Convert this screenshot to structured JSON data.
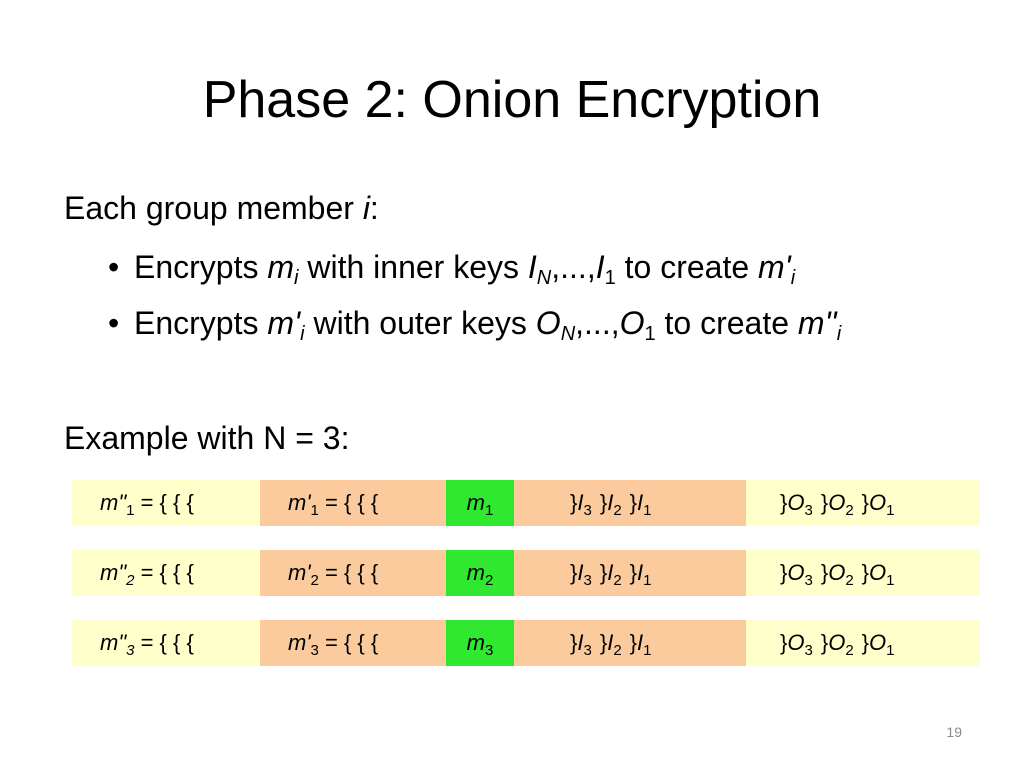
{
  "slide": {
    "title": "Phase 2: Onion Encryption",
    "intro": {
      "text": "Each group member ",
      "var": "i",
      "suffix": ":"
    },
    "bullets": [
      {
        "t1": "Encrypts ",
        "v1": "m",
        "s1": "i",
        "t2": " with inner keys ",
        "v2": "I",
        "s2": "N",
        "t3": ",...,",
        "v3": "I",
        "s3": "1",
        "t4": " to create ",
        "v4": "m'",
        "s4": "i"
      },
      {
        "t1": "Encrypts ",
        "v1": "m'",
        "s1": "i",
        "t2": " with outer keys ",
        "v2": "O",
        "s2": "N",
        "t3": ",...,",
        "v3": "O",
        "s3": "1",
        "t4": " to create ",
        "v4": "m''",
        "s4": "i"
      }
    ],
    "example_label": "Example with N = 3:",
    "page_number": "19",
    "colors": {
      "outer": "#ffffcc",
      "inner": "#fbcb9d",
      "message": "#2fe82f"
    }
  },
  "rows": [
    {
      "outer_var": "m\"",
      "outer_sub": "1",
      "outer_eq": " = {  {  {",
      "inner_var": "m'",
      "inner_sub": "1",
      "inner_eq": " = {  {  {",
      "msg_var": "m",
      "msg_sub": "1",
      "inner_close": [
        {
          "b": "}",
          "k": "I",
          "n": "3"
        },
        {
          "b": "}",
          "k": "I",
          "n": "2"
        },
        {
          "b": "}",
          "k": "I",
          "n": "1"
        }
      ],
      "outer_close": [
        {
          "b": "}",
          "k": "O",
          "n": "3"
        },
        {
          "b": "}",
          "k": "O",
          "n": "2"
        },
        {
          "b": "}",
          "k": "O",
          "n": "1"
        }
      ]
    },
    {
      "outer_var": "m\"",
      "outer_sub": "2",
      "outer_eq": " = {  {  {",
      "inner_var": "m'",
      "inner_sub": "2",
      "inner_eq": " = {  {  {",
      "msg_var": "m",
      "msg_sub": "2",
      "inner_close": [
        {
          "b": "}",
          "k": "I",
          "n": "3"
        },
        {
          "b": "}",
          "k": "I",
          "n": "2"
        },
        {
          "b": "}",
          "k": "I",
          "n": "1"
        }
      ],
      "outer_close": [
        {
          "b": "}",
          "k": "O",
          "n": "3"
        },
        {
          "b": "}",
          "k": "O",
          "n": "2"
        },
        {
          "b": "}",
          "k": "O",
          "n": "1"
        }
      ]
    },
    {
      "outer_var": "m\"",
      "outer_sub": "3",
      "outer_eq": " = {  {  {",
      "inner_var": "m'",
      "inner_sub": "3",
      "inner_eq": " = {  {  {",
      "msg_var": "m",
      "msg_sub": "3",
      "inner_close": [
        {
          "b": "}",
          "k": "I",
          "n": "3"
        },
        {
          "b": "}",
          "k": "I",
          "n": "2"
        },
        {
          "b": "}",
          "k": "I",
          "n": "1"
        }
      ],
      "outer_close": [
        {
          "b": "}",
          "k": "O",
          "n": "3"
        },
        {
          "b": "}",
          "k": "O",
          "n": "2"
        },
        {
          "b": "}",
          "k": "O",
          "n": "1"
        }
      ]
    }
  ]
}
